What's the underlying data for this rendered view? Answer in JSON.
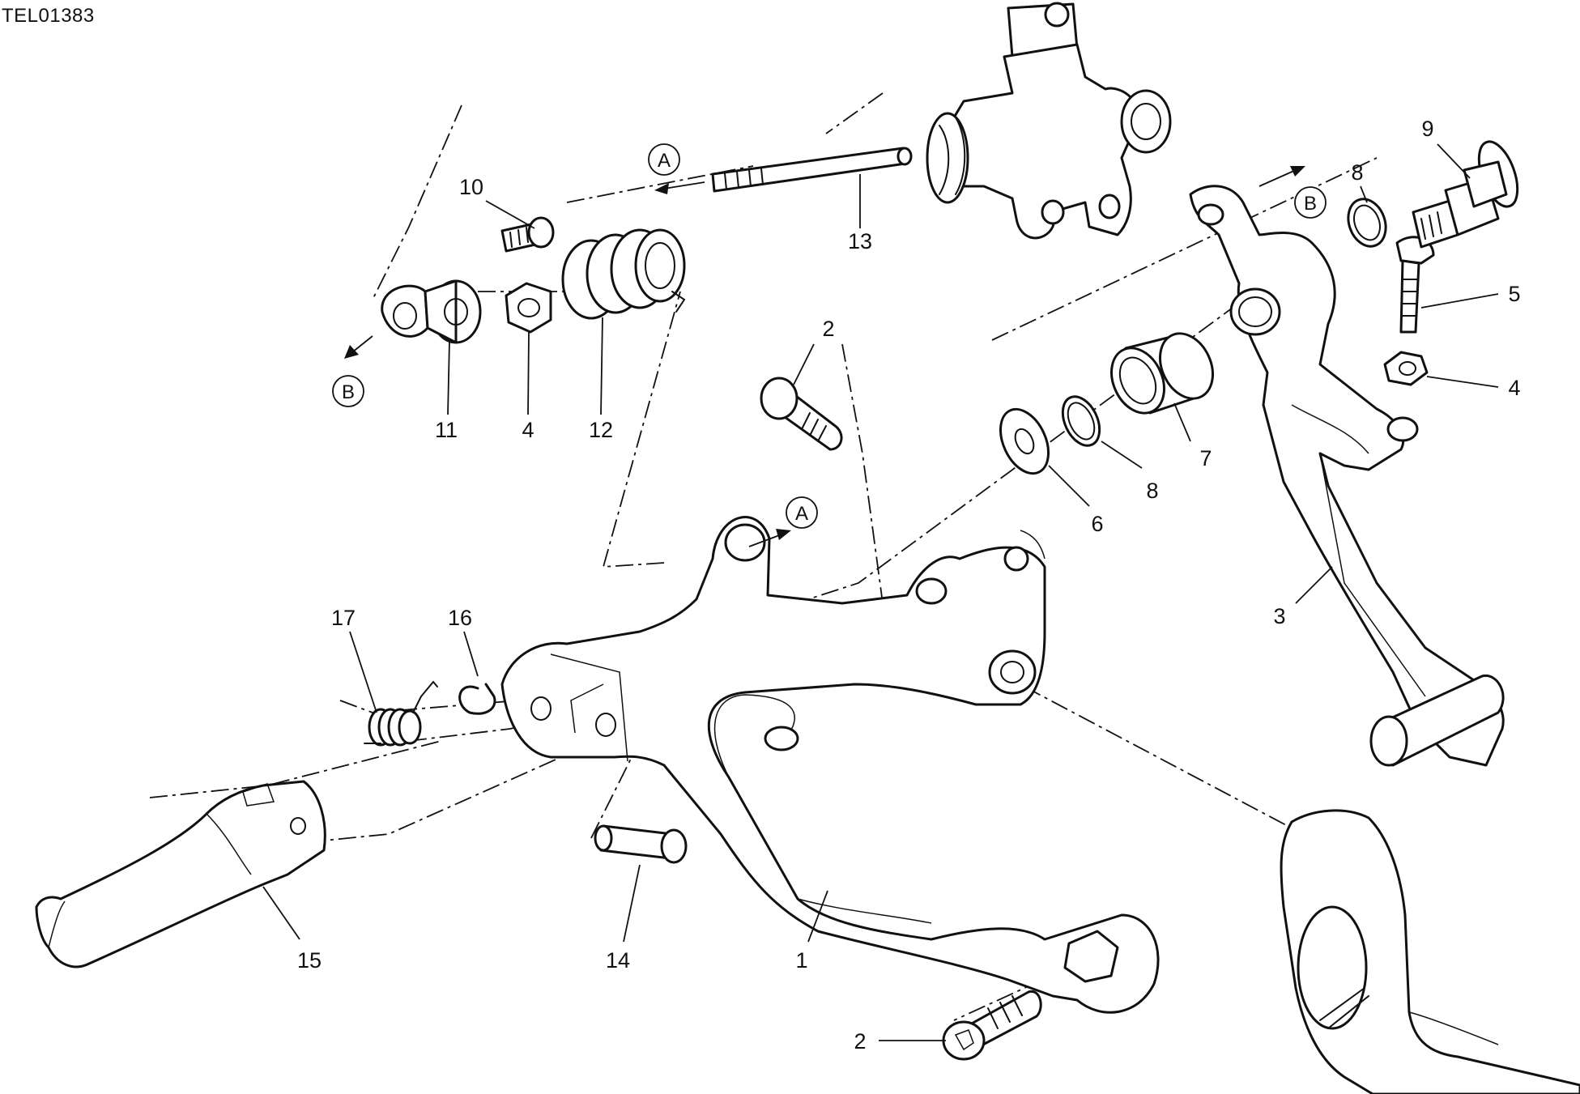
{
  "title": "TEL01383",
  "callouts": [
    {
      "id": "c13",
      "text": "13"
    },
    {
      "id": "c10",
      "text": "10"
    },
    {
      "id": "c11",
      "text": "11"
    },
    {
      "id": "c4a",
      "text": "4"
    },
    {
      "id": "c12",
      "text": "12"
    },
    {
      "id": "c2a",
      "text": "2"
    },
    {
      "id": "c9",
      "text": "9"
    },
    {
      "id": "c8a",
      "text": "8"
    },
    {
      "id": "c5",
      "text": "5"
    },
    {
      "id": "c4b",
      "text": "4"
    },
    {
      "id": "c7",
      "text": "7"
    },
    {
      "id": "c8b",
      "text": "8"
    },
    {
      "id": "c6",
      "text": "6"
    },
    {
      "id": "c3",
      "text": "3"
    },
    {
      "id": "c17",
      "text": "17"
    },
    {
      "id": "c16",
      "text": "16"
    },
    {
      "id": "c15",
      "text": "15"
    },
    {
      "id": "c14",
      "text": "14"
    },
    {
      "id": "c1",
      "text": "1"
    },
    {
      "id": "c2b",
      "text": "2"
    }
  ],
  "refs": [
    {
      "id": "rA1",
      "text": "A"
    },
    {
      "id": "rA2",
      "text": "A"
    },
    {
      "id": "rB1",
      "text": "B"
    },
    {
      "id": "rB2",
      "text": "B"
    }
  ]
}
